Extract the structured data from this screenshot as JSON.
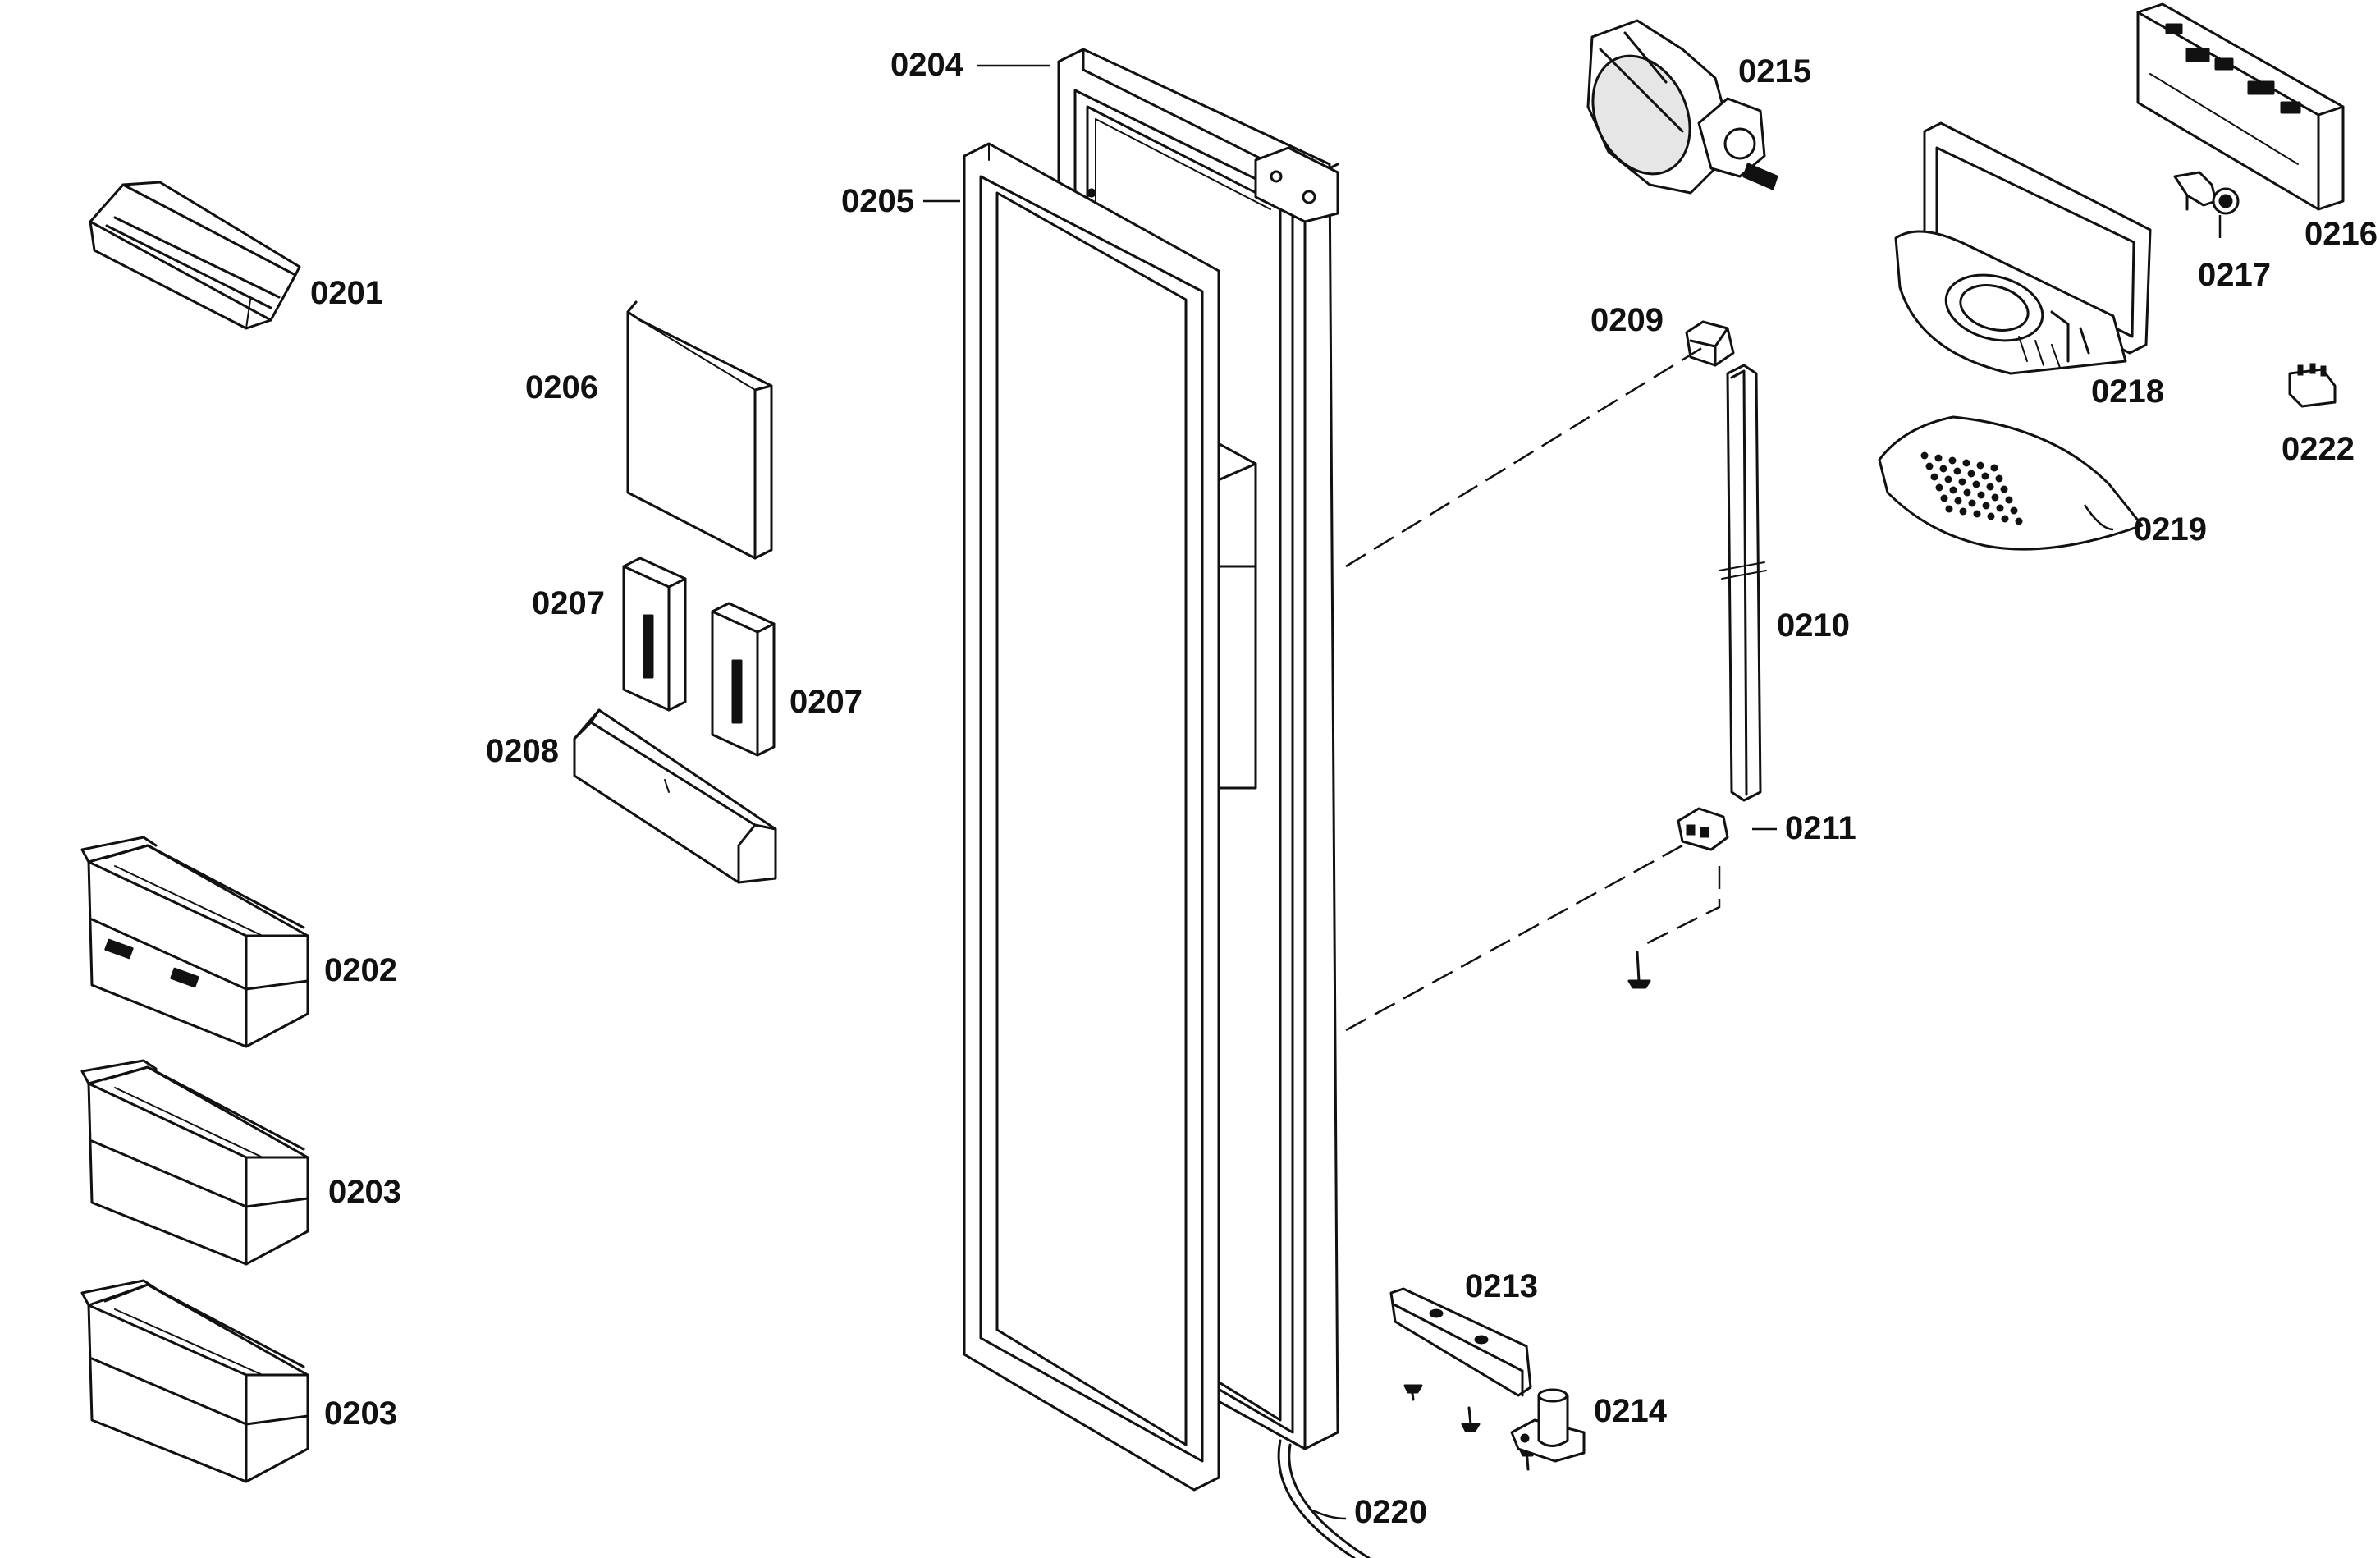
{
  "parts": {
    "p0201": "0201",
    "p0202": "0202",
    "p0203a": "0203",
    "p0203b": "0203",
    "p0204": "0204",
    "p0205": "0205",
    "p0206": "0206",
    "p0207a": "0207",
    "p0207b": "0207",
    "p0208": "0208",
    "p0209": "0209",
    "p0210": "0210",
    "p0211": "0211",
    "p0213": "0213",
    "p0214": "0214",
    "p0215": "0215",
    "p0216": "0216",
    "p0217": "0217",
    "p0218": "0218",
    "p0219": "0219",
    "p0220": "0220",
    "p0222": "0222"
  }
}
